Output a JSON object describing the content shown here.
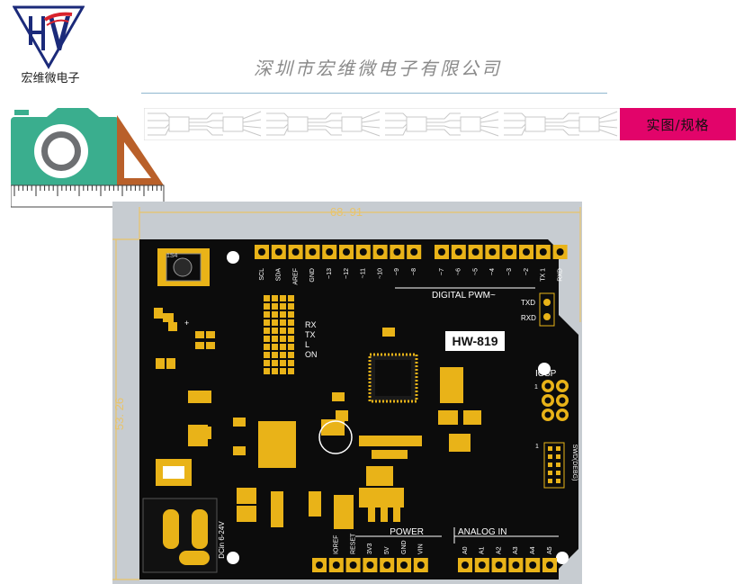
{
  "header": {
    "logo_text": "宏维微电子",
    "company_name": "深圳市宏维微电子有限公司",
    "section_tag": "实图/规格"
  },
  "colors": {
    "accent": "#e2046a",
    "logo_blue": "#1b2a7a",
    "logo_red": "#d9232d",
    "pcb": "#0c0c0c",
    "gold": "#e9b318",
    "dimension": "#e9c46a",
    "camera_green": "#3aae8e"
  },
  "icons": {
    "logo": "hw-logo-icon",
    "camera_ruler": "camera-ruler-icon"
  },
  "board": {
    "model_label": "HW-819",
    "width_dimension": "68. 91",
    "height_dimension": "53. 26",
    "reset_label": "1S4",
    "digital_label": "DIGITAL PWM~",
    "digital_pins": [
      "SCL",
      "SDA",
      "AREF",
      "GND",
      "~13",
      "~12",
      "~11",
      "~10",
      "~9",
      "~8",
      "~7",
      "~6",
      "~5",
      "~4",
      "~3",
      "~2",
      "TX 1",
      "RXD"
    ],
    "led_labels": [
      "RX",
      "TX",
      "L",
      "ON"
    ],
    "txd_label": "TXD",
    "rxd_label": "RXD",
    "icsp_label": "ICSP",
    "icsp_pin1": "1",
    "swd_label": "SWD(DEBG)",
    "swd_pin1": "1",
    "power_label": "POWER",
    "power_pins": [
      "IOREF",
      "RESET",
      "3V3",
      "5V",
      "GND",
      "VIN"
    ],
    "analog_label": "ANALOG IN",
    "analog_pins": [
      "A0",
      "A1",
      "A2",
      "A3",
      "A4",
      "A5"
    ],
    "dc_label": "DCin 6-24V",
    "plus_mark": "+"
  }
}
